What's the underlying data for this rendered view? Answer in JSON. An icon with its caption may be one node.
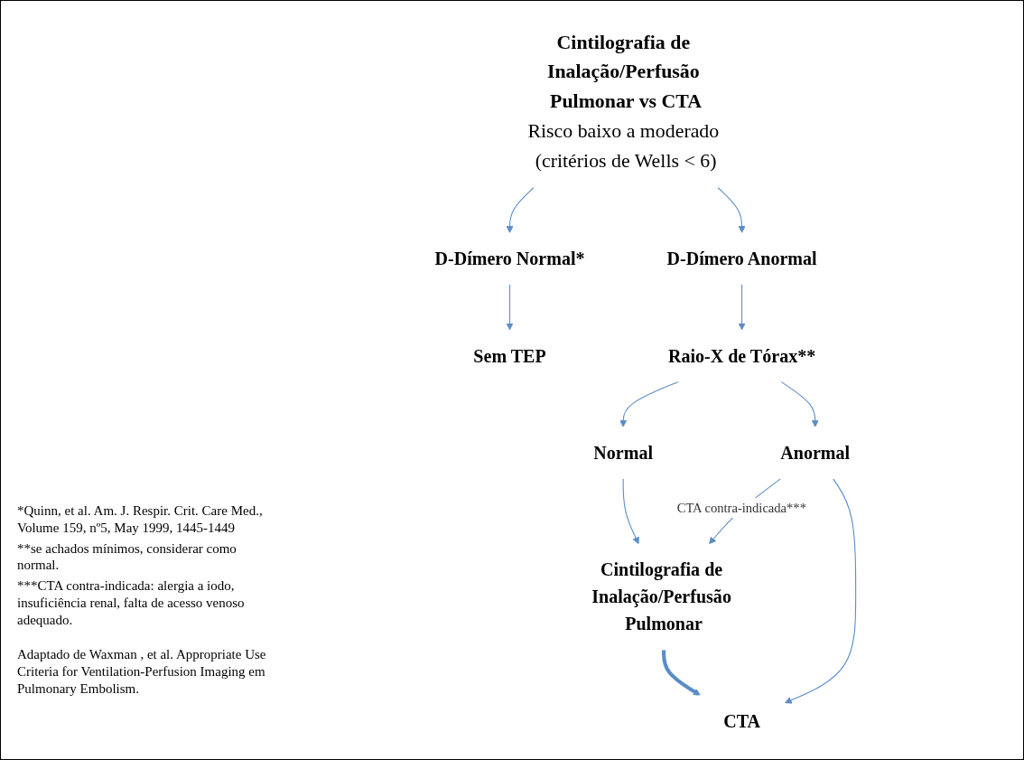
{
  "diagram": {
    "nodes": [
      {
        "text": [
          "Cintilografia de Inalação/Perfusão Pulmonar vs CTA",
          "Risco baixo a moderado (critérios de Wells < 6)"
        ]
      },
      {
        "text": [
          "D-Dímero Normal*"
        ]
      },
      {
        "text": [
          "D-Dímero Anormal"
        ]
      },
      {
        "text": [
          "Sem TEP"
        ]
      },
      {
        "text": [
          "Raio-X de Tórax**"
        ]
      },
      {
        "text": [
          "Normal"
        ]
      },
      {
        "text": [
          "Anormal"
        ]
      },
      {
        "text": [
          "Cintilografia de Inalação/Perfusão Pulmonar"
        ]
      },
      {
        "text": [
          "CTA"
        ]
      }
    ],
    "edges": [
      {
        "from": 0,
        "to": 1,
        "arrow": "to"
      },
      {
        "from": 0,
        "to": 2,
        "arrow": "to"
      },
      {
        "from": 1,
        "to": 3,
        "arrow": "to"
      },
      {
        "from": 2,
        "to": 4,
        "arrow": "to"
      },
      {
        "from": 4,
        "to": 5,
        "arrow": "to"
      },
      {
        "from": 4,
        "to": 6,
        "arrow": "to"
      },
      {
        "from": 5,
        "to": 7,
        "arrow": "to"
      },
      {
        "from": 6,
        "to": 7,
        "arrow": "to",
        "label": "CTA contra-indicada***"
      },
      {
        "from": 6,
        "to": 8,
        "arrow": "to"
      },
      {
        "from": 7,
        "to": 8,
        "arrow": "to",
        "style": "thick"
      }
    ],
    "labels": [
      "*Quinn, et al. Am. J. Respir. Crit. Care Med., Volume 159, nº5, May 1999, 1445-1449",
      "**se achados mínimos, considerar como normal.",
      "***CTA contra-indicada: alergia a iodo, insuficiência renal, falta de acesso venoso adequado.",
      "Adaptado de Waxman , et al. Appropriate Use Criteria for Ventilation-Perfusion Imaging em Pulmonary Embolism."
    ]
  }
}
